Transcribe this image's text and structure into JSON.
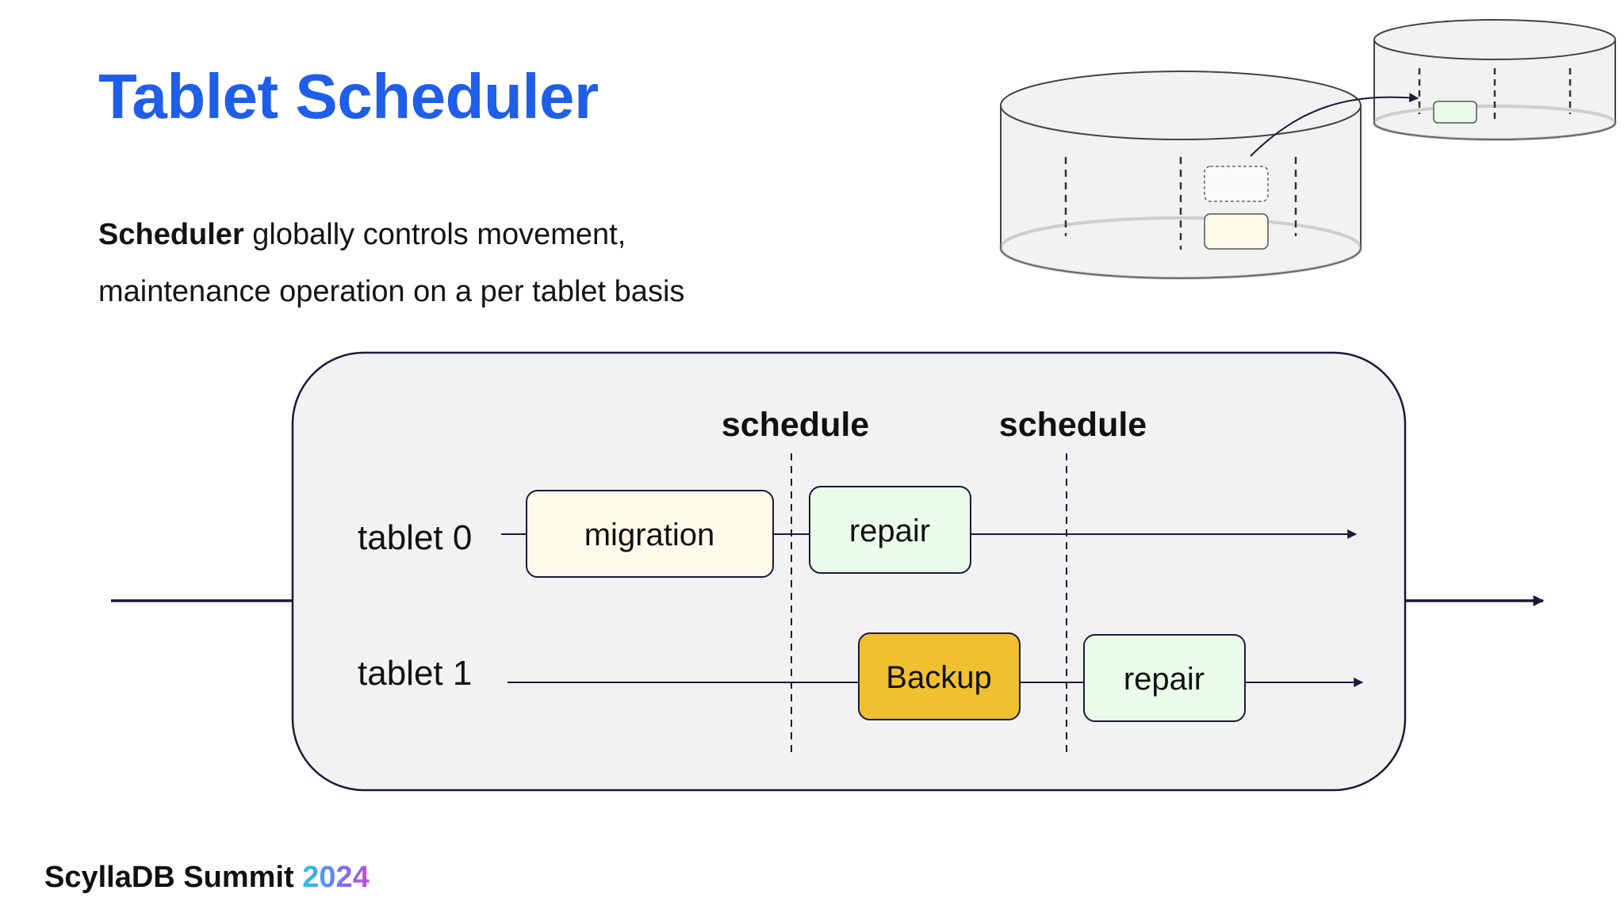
{
  "title": "Tablet Scheduler",
  "description": {
    "bold": "Scheduler",
    "rest": " globally controls movement, maintenance operation on a per tablet basis"
  },
  "timeline": {
    "schedule_labels": [
      "schedule",
      "schedule"
    ],
    "rows": [
      {
        "label": "tablet 0",
        "operations": [
          "migration",
          "repair"
        ]
      },
      {
        "label": "tablet 1",
        "operations": [
          "Backup",
          "repair"
        ]
      }
    ]
  },
  "footer": {
    "brand": "ScyllaDB Summit ",
    "year": "2024"
  },
  "colors": {
    "title": "#1f5ee8",
    "panel": "#f2f2f2",
    "line": "#1a1a3a",
    "migration": "#fdfaea",
    "repair": "#eafbea",
    "backup": "#f0c030"
  }
}
